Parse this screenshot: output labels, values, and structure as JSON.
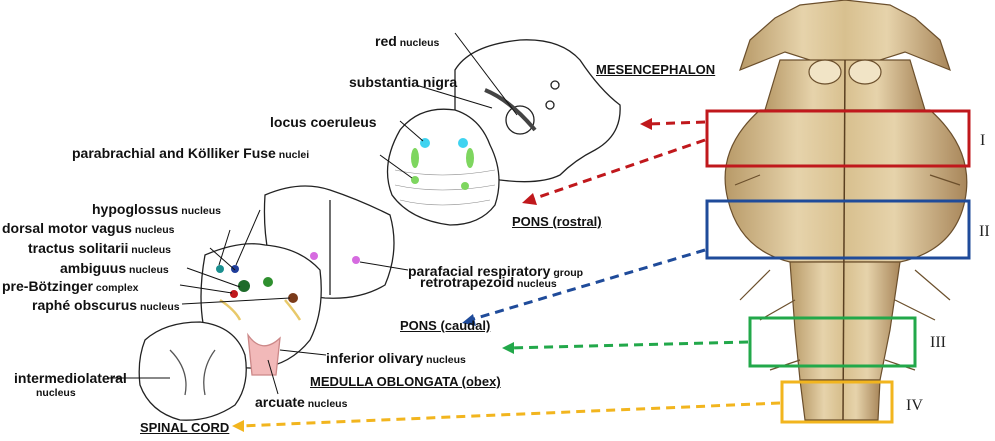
{
  "labels": {
    "red": {
      "main": "red",
      "small": " nucleus"
    },
    "nigra": {
      "main": "substantia nigra",
      "small": ""
    },
    "coeruleus": {
      "main": "locus coeruleus",
      "small": ""
    },
    "parabrachial": {
      "main": "parabrachial and Kölliker Fuse",
      "small": " nuclei"
    },
    "hypoglossus": {
      "main": "hypoglossus",
      "small": " nucleus"
    },
    "dorsal_vagus": {
      "main": "dorsal motor vagus",
      "small": " nucleus"
    },
    "solitarii": {
      "main": "tractus solitarii",
      "small": " nucleus"
    },
    "ambiguus": {
      "main": "ambiguus",
      "small": " nucleus"
    },
    "preboetzinger": {
      "main": "pre-Bötzinger",
      "small": " complex"
    },
    "raphe": {
      "main": "raphé obscurus",
      "small": " nucleus"
    },
    "parafacial": {
      "main": "parafacial respiratory",
      "small": " group"
    },
    "retrotrapezoid": {
      "main": "retrotrapezoid",
      "small": " nucleus"
    },
    "olivary": {
      "main": "inferior olivary",
      "small": " nucleus"
    },
    "intermediolateral": {
      "main": "intermediolateral",
      "small": ""
    },
    "intermediolateral_2": {
      "main": "",
      "small": "nucleus"
    },
    "arcuate": {
      "main": "arcuate",
      "small": " nucleus"
    }
  },
  "regions": {
    "mesencephalon": "MESENCEPHALON",
    "pons_rostral": "PONS (rostral)",
    "pons_caudal": "PONS (caudal)",
    "medulla": "MEDULLA OBLONGATA (obex)",
    "spinal": "SPINAL CORD"
  },
  "levels": [
    "I",
    "II",
    "III",
    "IV"
  ],
  "colors": {
    "level_I": "#c0181c",
    "level_II": "#1f4b9a",
    "level_III": "#22a84a",
    "level_IV": "#f2b51e",
    "brainstem": "#d9c49a",
    "brainstem_dark": "#8a6a3c"
  }
}
